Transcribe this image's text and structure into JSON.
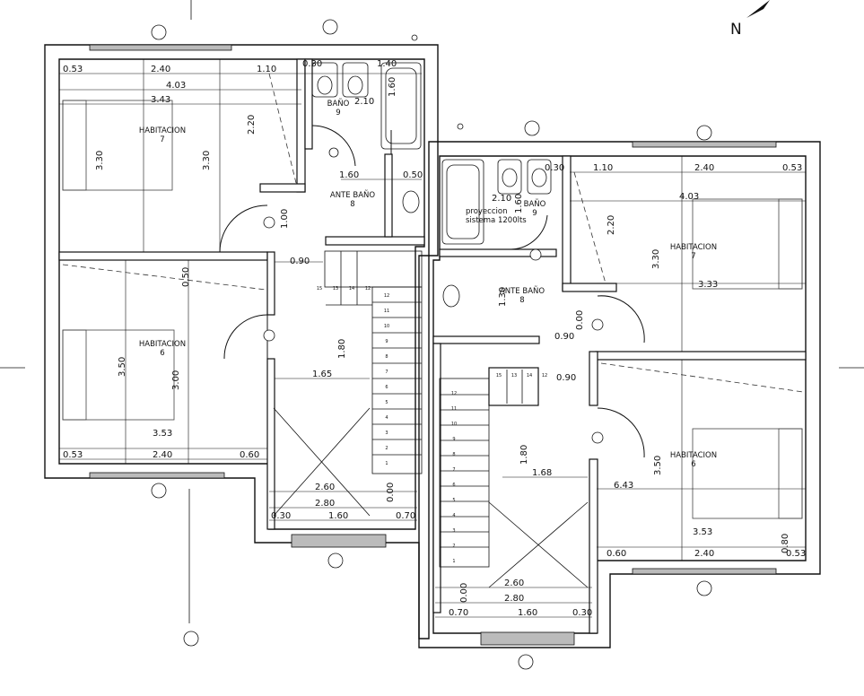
{
  "north": "N",
  "rooms": {
    "hab7_left": {
      "name": "HABITACION",
      "num": "7"
    },
    "hab6_left": {
      "name": "HABITACION",
      "num": "6"
    },
    "bano_left": {
      "name": "BAÑO",
      "num": "9"
    },
    "ante_left": {
      "name": "ANTE BAÑO",
      "num": "8"
    },
    "hab7_right": {
      "name": "HABITACION",
      "num": "7"
    },
    "hab6_right": {
      "name": "HABITACION",
      "num": "6"
    },
    "bano_right": {
      "name": "BAÑO",
      "num": "9"
    },
    "ante_right": {
      "name": "ANTE BAÑO",
      "num": "8"
    }
  },
  "note": {
    "line1": "proyeccion",
    "line2": "sistema 1200lts"
  },
  "dims": {
    "d053a": "0.53",
    "d240a": "2.40",
    "d110a": "1.10",
    "d030a": "0.30",
    "d140a": "1.40",
    "d403a": "4.03",
    "d343a": "3.43",
    "d210a": "2.10",
    "d160a": "1.60",
    "d220a": "2.20",
    "d330a": "3.30",
    "d330b": "3.30",
    "d160b": "1.60",
    "d050a": "0.50",
    "d100a": "1.00",
    "d090a": "0.90",
    "d050b": "0.50",
    "d180a": "1.80",
    "d165a": "1.65",
    "d350a": "3.50",
    "d300a": "3.00",
    "d353a": "3.53",
    "d053b": "0.53",
    "d240b": "2.40",
    "d060a": "0.60",
    "d260a": "2.60",
    "d280a": "2.80",
    "d030b": "0.30",
    "d160c": "1.60",
    "d070a": "0.70",
    "d000a": "0.00",
    "d030c": "0.30",
    "d110b": "1.10",
    "d240c": "2.40",
    "d053c": "0.53",
    "d403b": "4.03",
    "d210b": "2.10",
    "d160d": "1.60",
    "d220b": "2.20",
    "d330c": "3.30",
    "d333a": "3.33",
    "d130a": "1.30",
    "d000b": "0.00",
    "d090b": "0.90",
    "d090c": "0.90",
    "d180b": "1.80",
    "d168a": "1.68",
    "d643a": "6.43",
    "d350b": "3.50",
    "d353b": "3.53",
    "d060b": "0.60",
    "d240d": "2.40",
    "d053d": "0.53",
    "d080a": "0.80",
    "d260b": "2.60",
    "d280b": "2.80",
    "d070b": "0.70",
    "d160e": "1.60",
    "d030d": "0.30",
    "d000c": "0.00"
  },
  "stairs": {
    "left_top": [
      "15",
      "13",
      "14",
      "12"
    ],
    "left_flight": [
      "12",
      "11",
      "10",
      "9",
      "8",
      "7",
      "6",
      "5",
      "4",
      "3",
      "2",
      "1"
    ],
    "right_top": [
      "15",
      "13",
      "14",
      "12"
    ],
    "right_flight": [
      "12",
      "11",
      "10",
      "9",
      "8",
      "7",
      "6",
      "5",
      "4",
      "3",
      "2",
      "1"
    ]
  }
}
